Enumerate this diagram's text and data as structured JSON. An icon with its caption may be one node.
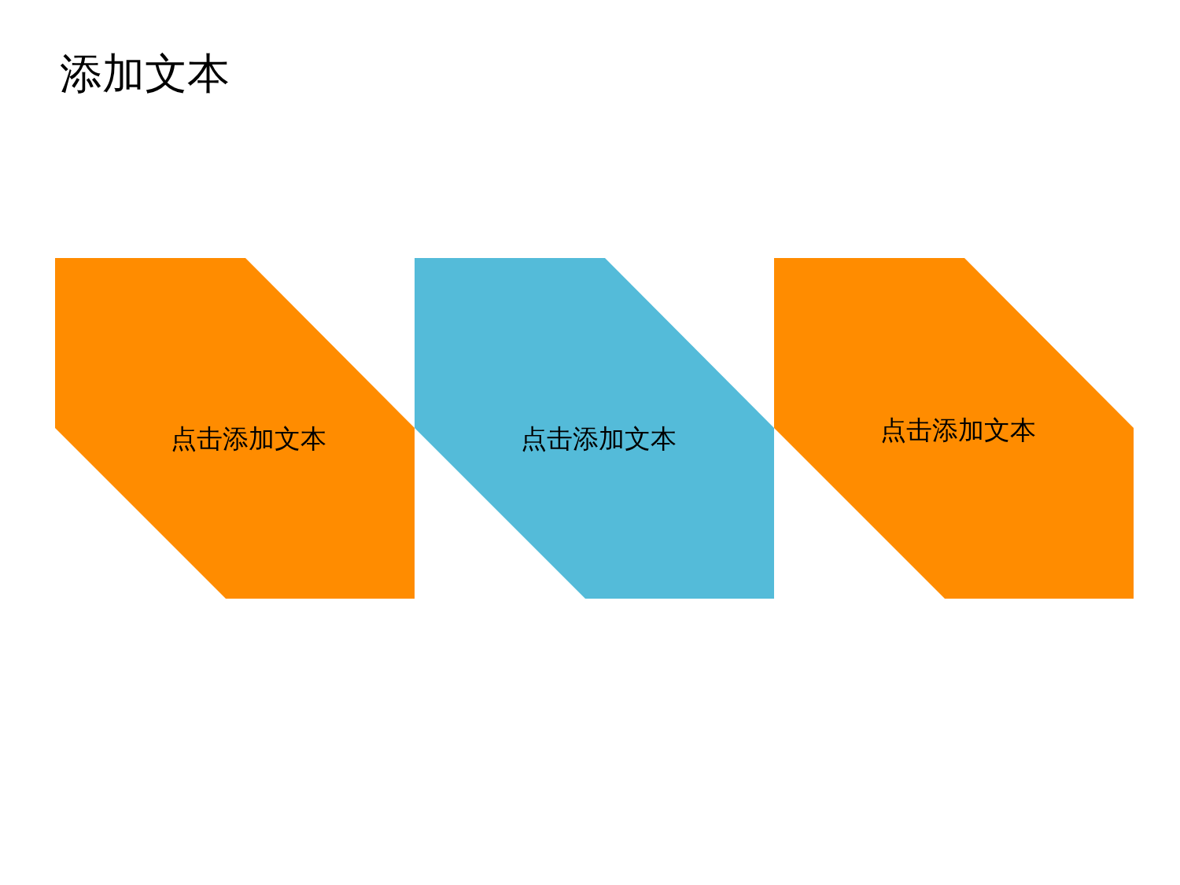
{
  "diagram": {
    "title": "添加文本",
    "nodes": [
      {
        "text": [
          "点击添加文本"
        ]
      },
      {
        "text": [
          "点击添加文本"
        ]
      },
      {
        "text": [
          "点击添加文本"
        ]
      }
    ]
  }
}
